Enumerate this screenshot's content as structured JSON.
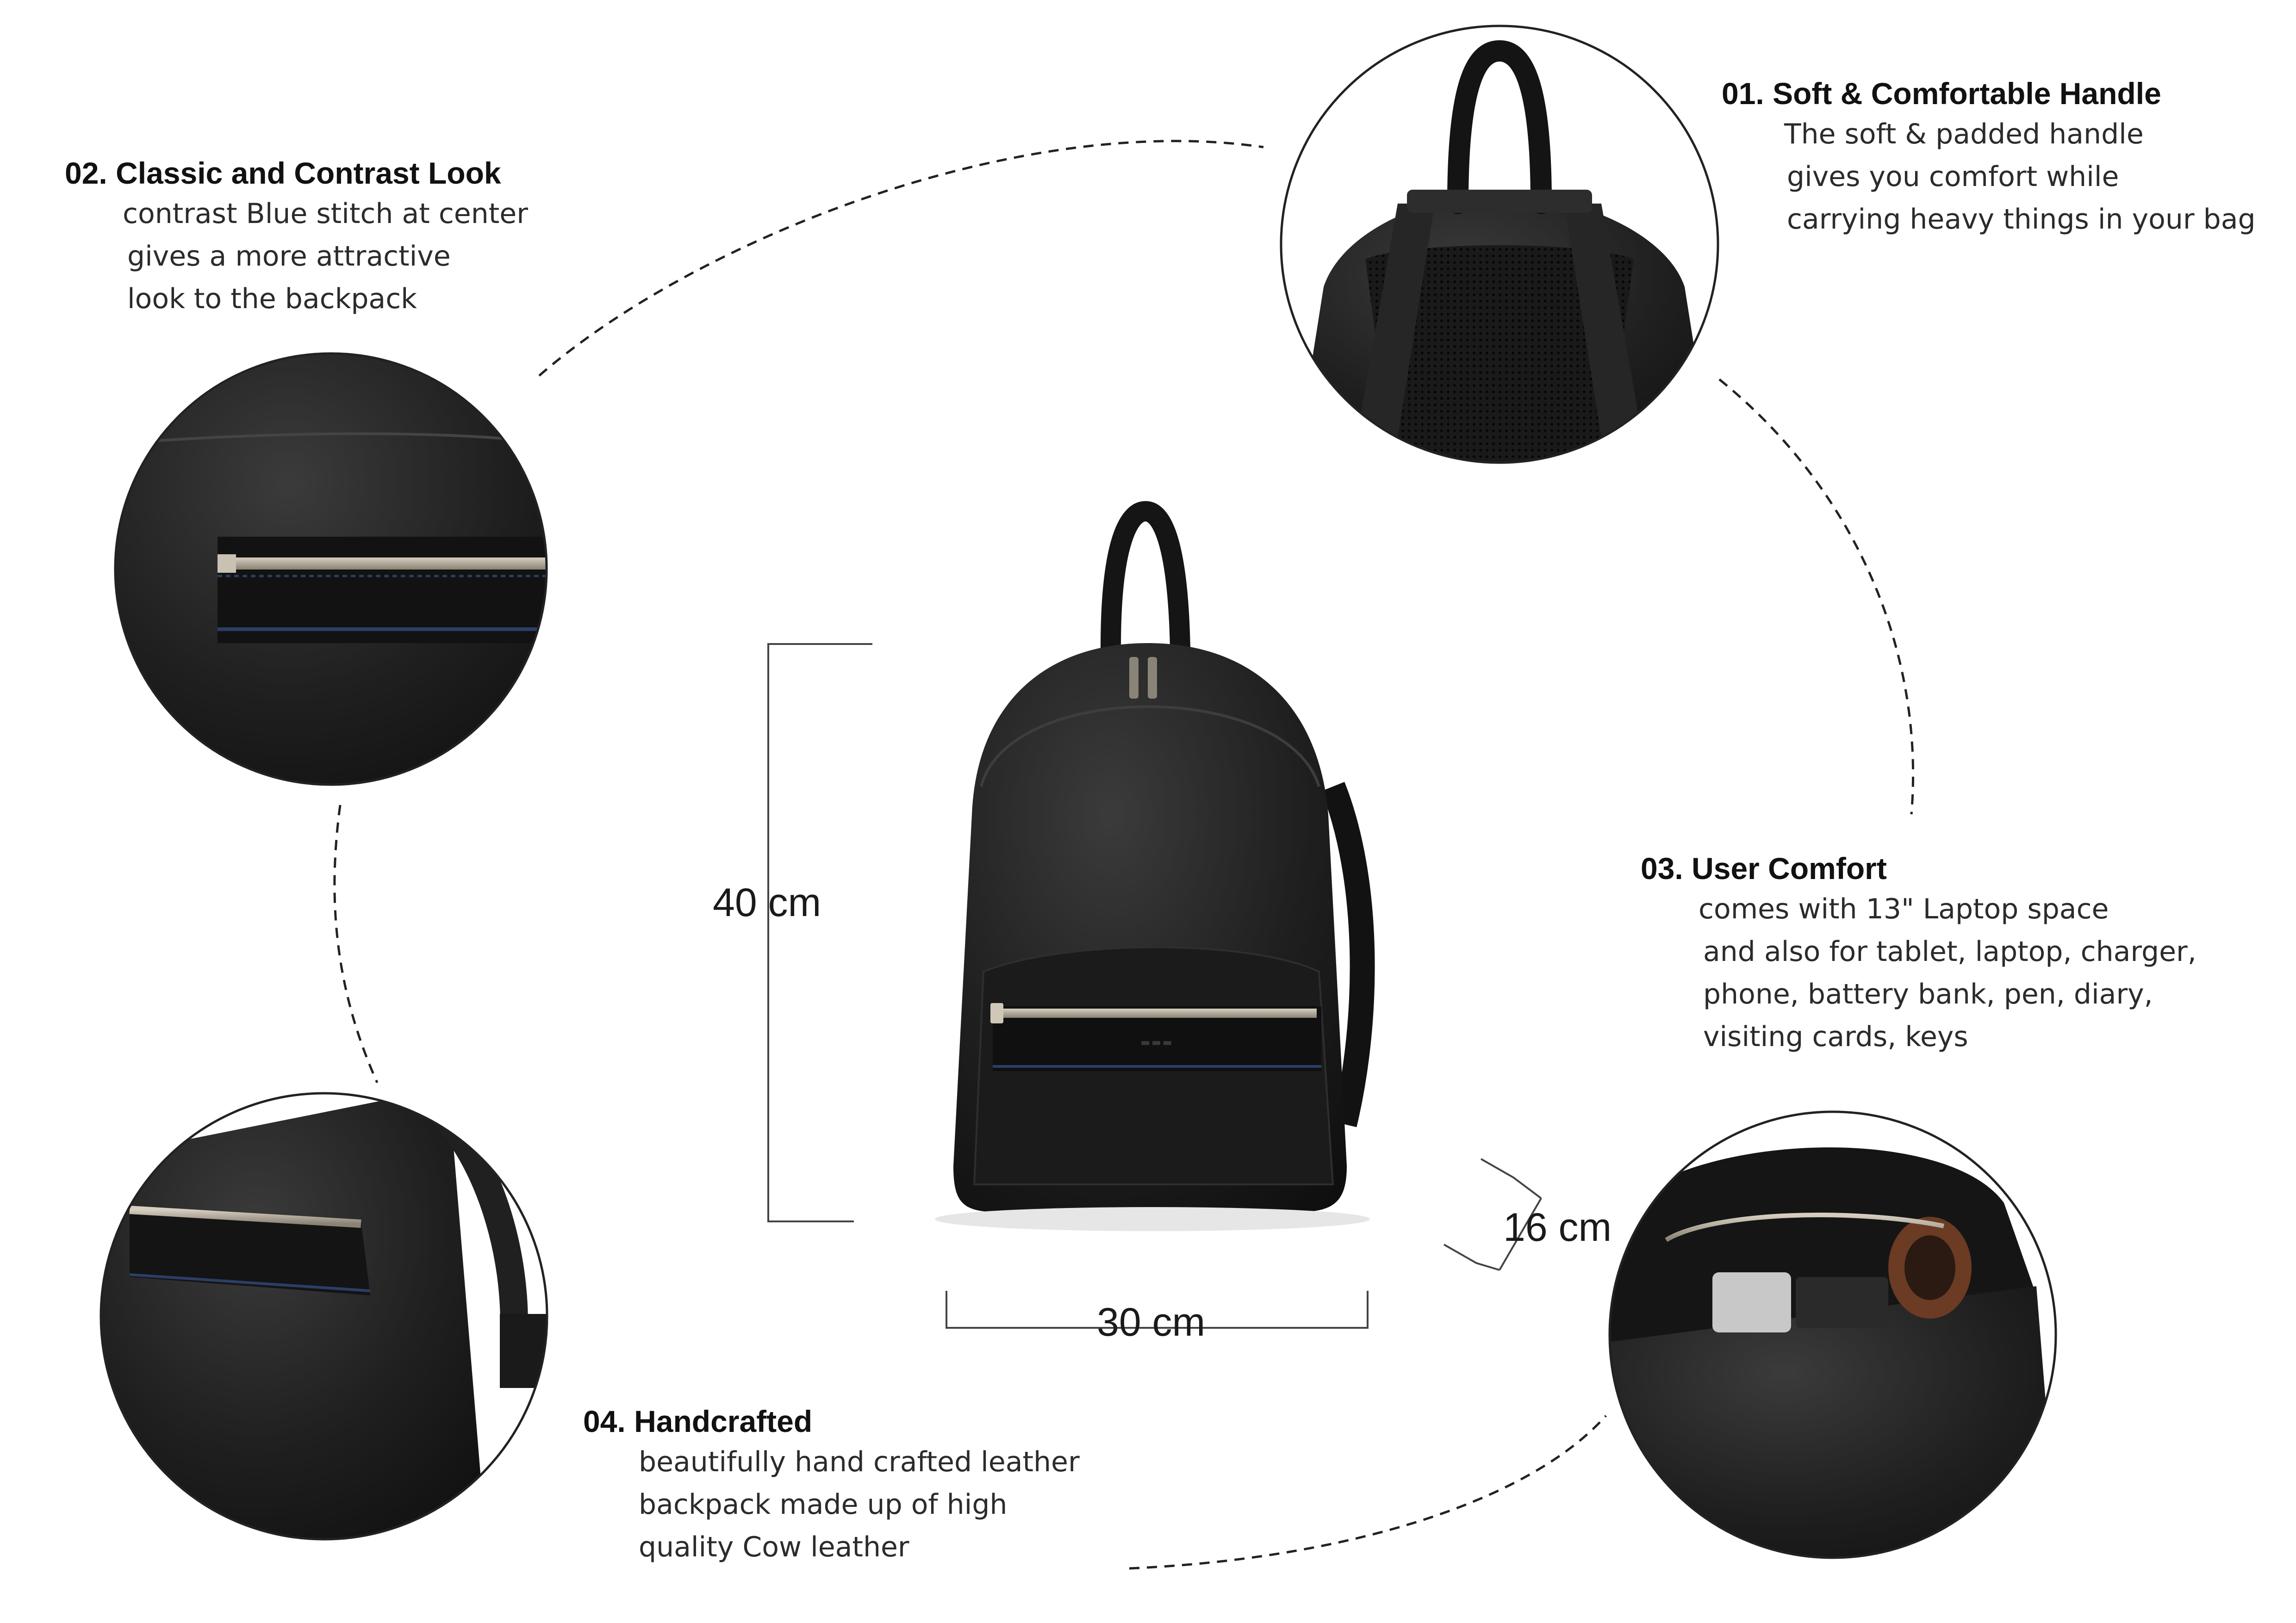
{
  "features": [
    {
      "id": "handle",
      "title": "01. Soft & Comfortable Handle",
      "lines": [
        "The soft & padded handle",
        "gives you comfort while",
        "carrying heavy things in your bag"
      ]
    },
    {
      "id": "look",
      "title": "02. Classic and Contrast Look",
      "lines": [
        "contrast Blue stitch at center",
        "gives a more attractive",
        "look to the backpack"
      ]
    },
    {
      "id": "comfort",
      "title": "03. User Comfort",
      "lines": [
        "comes with 13\" Laptop space",
        "and also for tablet, laptop, charger,",
        "phone, battery bank, pen, diary,",
        "visiting cards, keys"
      ]
    },
    {
      "id": "crafted",
      "title": "04. Handcrafted",
      "lines": [
        "beautifully hand crafted leather",
        "backpack made up of high",
        "quality Cow leather"
      ]
    }
  ],
  "dimensions": {
    "height": "40 cm",
    "width": "30 cm",
    "depth": "16 cm"
  },
  "colors": {
    "leather": "#1c1c1c",
    "leather_highlight": "#3a3a3a",
    "stitch_blue": "#2c3e66",
    "zipper": "#b9b2a4"
  }
}
